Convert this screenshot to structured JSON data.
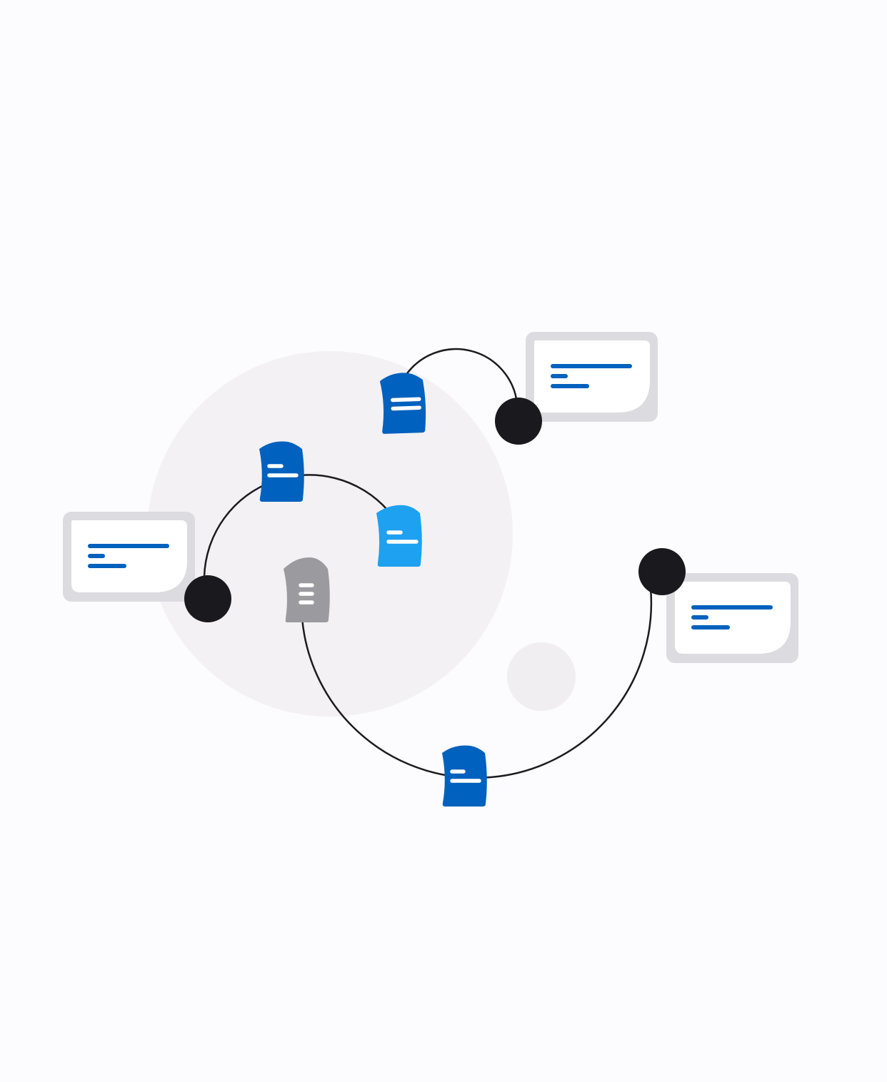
{
  "colors": {
    "background": "#fcfbfd",
    "backdrop_circle": "#f3f1f4",
    "small_circle": "#f0eef1",
    "connector": "#1c1b1f",
    "node": "#1a191d",
    "doc_blue": "#0061be",
    "doc_light_blue": "#1ea1f0",
    "doc_gray": "#9b9a9f",
    "doc_lines": "#ffffff",
    "card_frame": "#dcdbdf",
    "card_face": "#ffffff",
    "card_lines": "#0061be"
  },
  "diagram": {
    "nodes": [
      {
        "id": "node-top",
        "icon": "filled-circle"
      },
      {
        "id": "node-left",
        "icon": "filled-circle"
      },
      {
        "id": "node-right",
        "icon": "filled-circle"
      }
    ],
    "cards": [
      {
        "id": "card-top",
        "attached_to": "node-top",
        "icon": "text-card",
        "content_lines": 3
      },
      {
        "id": "card-left",
        "attached_to": "node-left",
        "icon": "text-card",
        "content_lines": 3
      },
      {
        "id": "card-right",
        "attached_to": "node-right",
        "icon": "text-card",
        "content_lines": 3
      }
    ],
    "documents": [
      {
        "id": "doc-top",
        "color": "blue",
        "icon": "document-icon",
        "lines": 2
      },
      {
        "id": "doc-upper-left",
        "color": "blue",
        "icon": "document-icon",
        "lines": 2
      },
      {
        "id": "doc-middle",
        "color": "light-blue",
        "icon": "document-icon",
        "lines": 2
      },
      {
        "id": "doc-gray",
        "color": "gray",
        "icon": "document-icon",
        "lines": 3
      },
      {
        "id": "doc-bottom",
        "color": "blue",
        "icon": "document-icon",
        "lines": 2
      }
    ],
    "connectors": [
      {
        "from": "doc-top",
        "to": "node-top",
        "shape": "arc"
      },
      {
        "from": "node-left",
        "to": "doc-middle",
        "shape": "arc",
        "passes": "doc-upper-left"
      },
      {
        "from": "doc-gray",
        "to": "node-right",
        "shape": "arc",
        "passes": "doc-bottom"
      }
    ]
  }
}
